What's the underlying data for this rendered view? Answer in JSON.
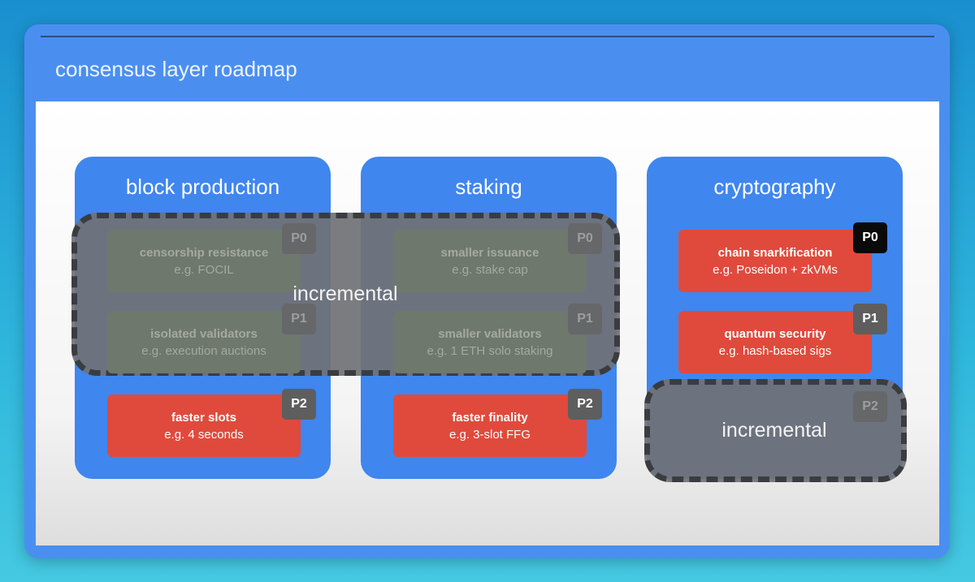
{
  "title": "consensus layer roadmap",
  "columns": [
    {
      "heading": "block production",
      "cards": [
        {
          "title": "censorship resistance",
          "subtitle": "e.g. FOCIL",
          "priority": "P0"
        },
        {
          "title": "isolated validators",
          "subtitle": "e.g. execution auctions",
          "priority": "P1"
        },
        {
          "title": "faster slots",
          "subtitle": "e.g. 4 seconds",
          "priority": "P2"
        }
      ]
    },
    {
      "heading": "staking",
      "cards": [
        {
          "title": "smaller issuance",
          "subtitle": "e.g. stake cap",
          "priority": "P0"
        },
        {
          "title": "smaller validators",
          "subtitle": "e.g. 1 ETH solo staking",
          "priority": "P1"
        },
        {
          "title": "faster finality",
          "subtitle": "e.g. 3-slot FFG",
          "priority": "P2"
        }
      ]
    },
    {
      "heading": "cryptography",
      "cards": [
        {
          "title": "chain snarkification",
          "subtitle": "e.g. Poseidon + zkVMs",
          "priority": "P0"
        },
        {
          "title": "quantum security",
          "subtitle": "e.g. hash-based sigs",
          "priority": "P1"
        },
        {
          "priority": "P2"
        }
      ]
    }
  ],
  "overlays": {
    "main": "incremental",
    "crypto": "incremental"
  },
  "colors": {
    "column": "#3f86ef",
    "card": "#e04a3c",
    "header": "#4a8ff0"
  }
}
